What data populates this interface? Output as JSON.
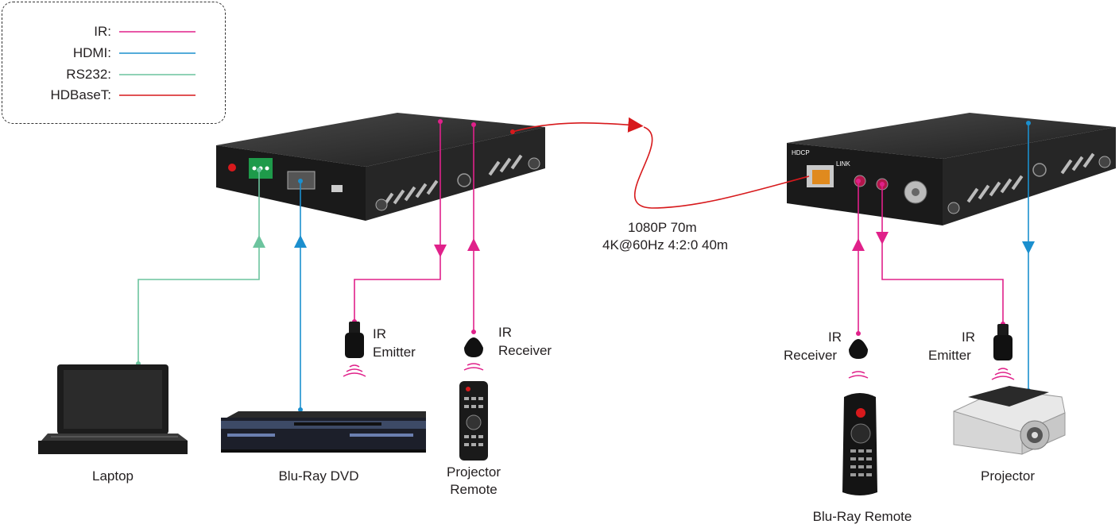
{
  "legend": {
    "items": [
      {
        "label": "IR:",
        "color": "#e0218a"
      },
      {
        "label": "HDMI:",
        "color": "#1b8fce"
      },
      {
        "label": "RS232:",
        "color": "#6cc49e"
      },
      {
        "label": "HDBaseT:",
        "color": "#d7191c"
      }
    ]
  },
  "devices": {
    "tx_link": {
      "line1": "1080P 70m",
      "line2": "4K@60Hz 4:2:0 40m"
    },
    "rx_port_labels": {
      "hdcp": "HDCP",
      "link": "LINK"
    }
  },
  "labels": {
    "laptop": "Laptop",
    "bluray": "Blu-Ray DVD",
    "projector_remote_1": "Projector",
    "projector_remote_2": "Remote",
    "ir_emitter_left_1": "IR",
    "ir_emitter_left_2": "Emitter",
    "ir_receiver_left_1": "IR",
    "ir_receiver_left_2": "Receiver",
    "ir_receiver_right_1": "IR",
    "ir_receiver_right_2": "Receiver",
    "ir_emitter_right_1": "IR",
    "ir_emitter_right_2": "Emitter",
    "bluray_remote": "Blu-Ray Remote",
    "projector": "Projector"
  },
  "icons": [
    "laptop-icon",
    "bluray-player-icon",
    "remote-icon",
    "ir-emitter-icon",
    "ir-receiver-icon",
    "projector-icon",
    "extender-icon"
  ]
}
